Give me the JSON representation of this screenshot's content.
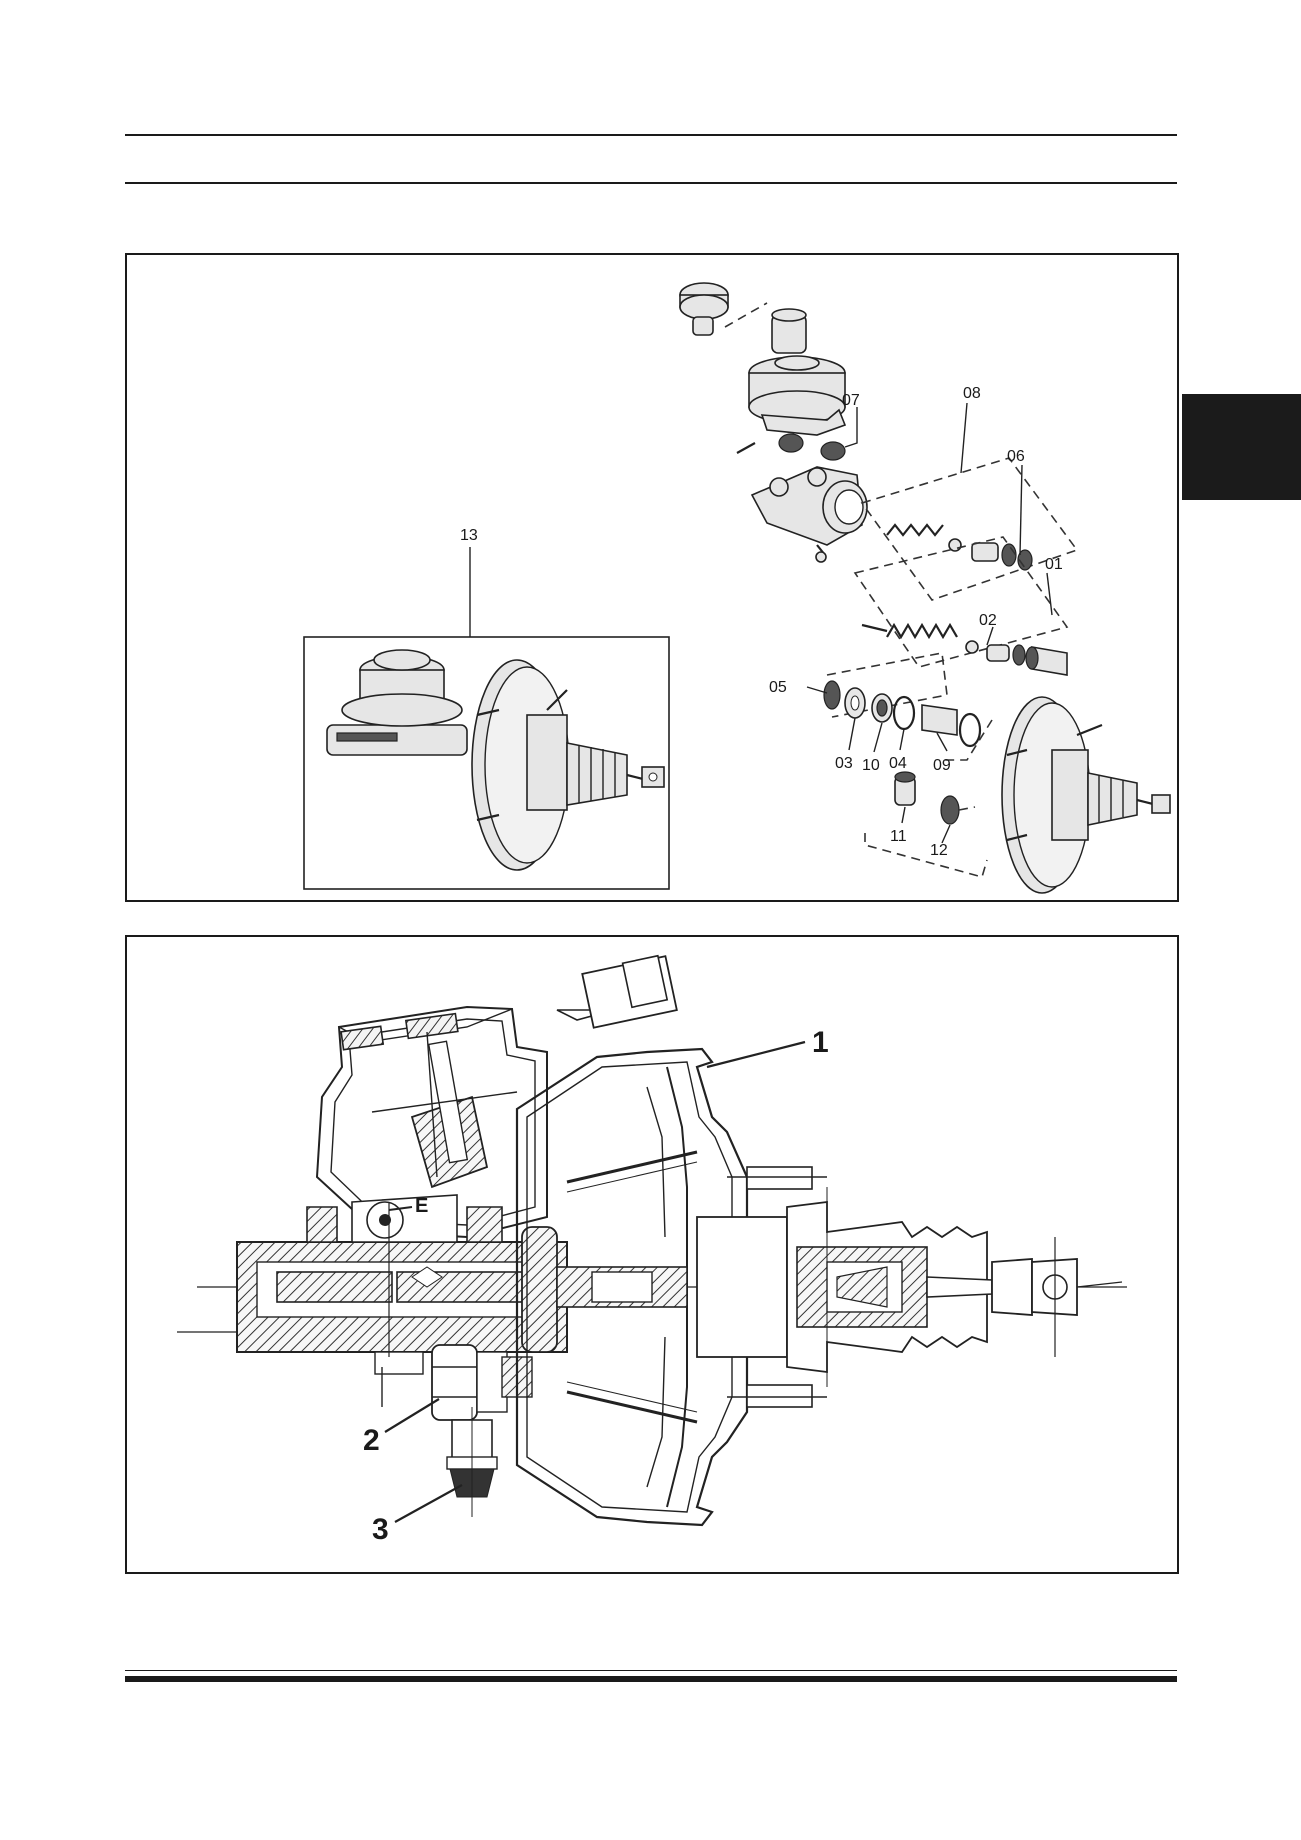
{
  "exploded_view": {
    "callouts": [
      "01",
      "02",
      "03",
      "04",
      "05",
      "06",
      "07",
      "08",
      "09",
      "10",
      "11",
      "12",
      "13"
    ]
  },
  "section_view": {
    "callouts": [
      "1",
      "2",
      "3"
    ],
    "marker": "E"
  }
}
